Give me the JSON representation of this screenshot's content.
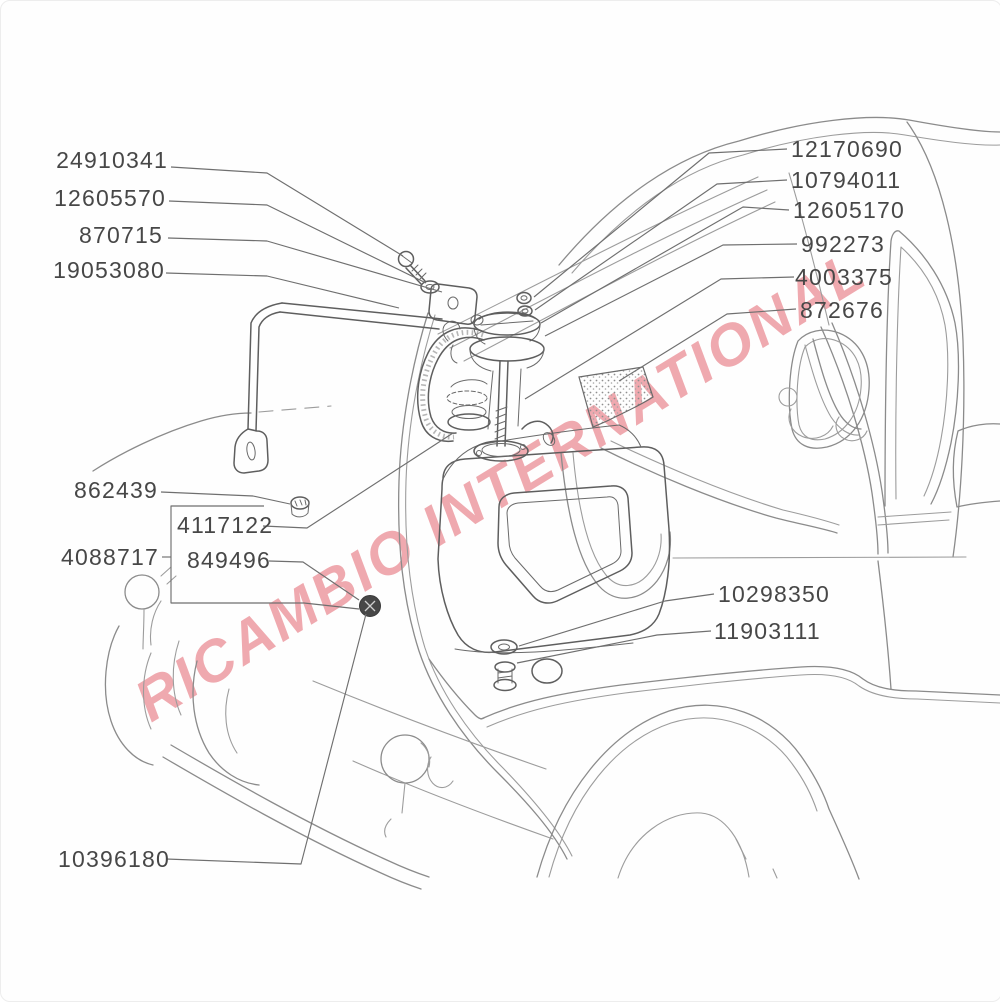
{
  "watermark": {
    "text": "RICAMBIO INTERNATIONAL",
    "color": "#e4656f",
    "edge_color": "#d94f5c"
  },
  "colors": {
    "background": "#fefefe",
    "line": "#6f6f6f",
    "label": "#474747",
    "dark_part": "#454545"
  },
  "parts": {
    "left": [
      "24910341",
      "12605570",
      "870715",
      "19053080",
      "862439",
      "4117122",
      "4088717",
      "849496",
      "10396180"
    ],
    "right": [
      "12170690",
      "10794011",
      "12605170",
      "992273",
      "4003375",
      "872676",
      "10298350",
      "11903111"
    ]
  }
}
